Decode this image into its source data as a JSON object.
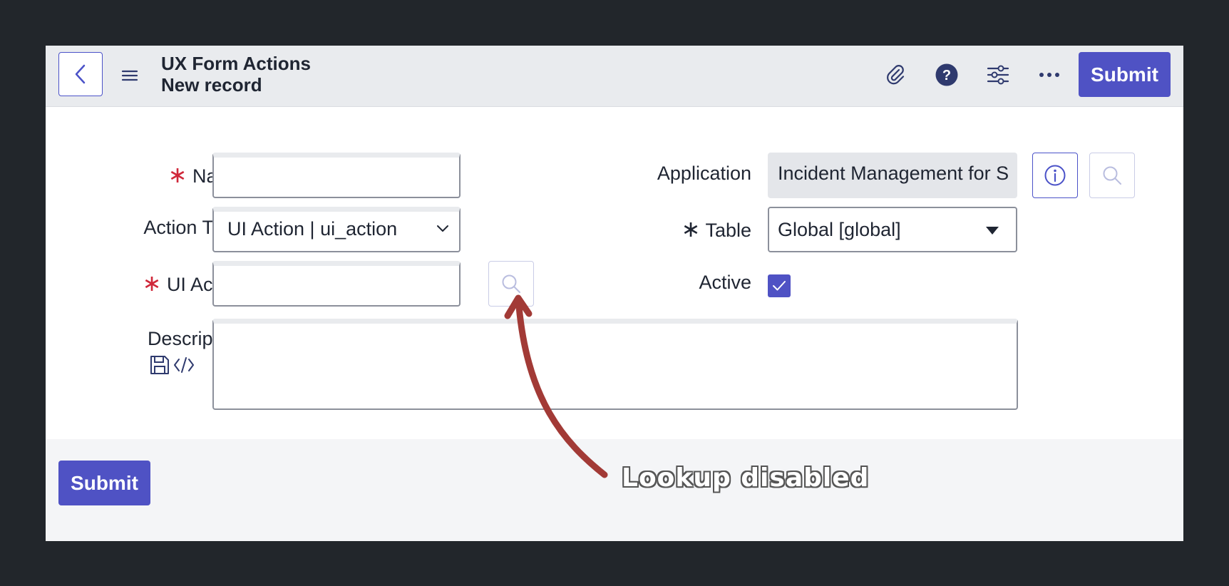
{
  "header": {
    "title": "UX Form Actions",
    "subtitle": "New record",
    "submit_label": "Submit",
    "icons": [
      "back-icon",
      "menu-icon",
      "paperclip-icon",
      "help-icon",
      "sliders-icon",
      "more-icon"
    ]
  },
  "form": {
    "name_label": "Name",
    "name_value": "",
    "action_type_label": "Action Type",
    "action_type_value": "UI Action | ui_action",
    "ui_action_label": "UI Action",
    "ui_action_value": "",
    "description_label": "Description",
    "description_value": "",
    "application_label": "Application",
    "application_value": "Incident Management for S",
    "table_label": "Table",
    "table_value": "Global [global]",
    "active_label": "Active",
    "active_checked": true
  },
  "footer": {
    "submit_label": "Submit"
  },
  "annotation": {
    "text": "Lookup disabled"
  },
  "colors": {
    "accent": "#4f52c4",
    "required": "#d0283a",
    "arrow": "#a23a36",
    "backdrop": "#22262b"
  }
}
